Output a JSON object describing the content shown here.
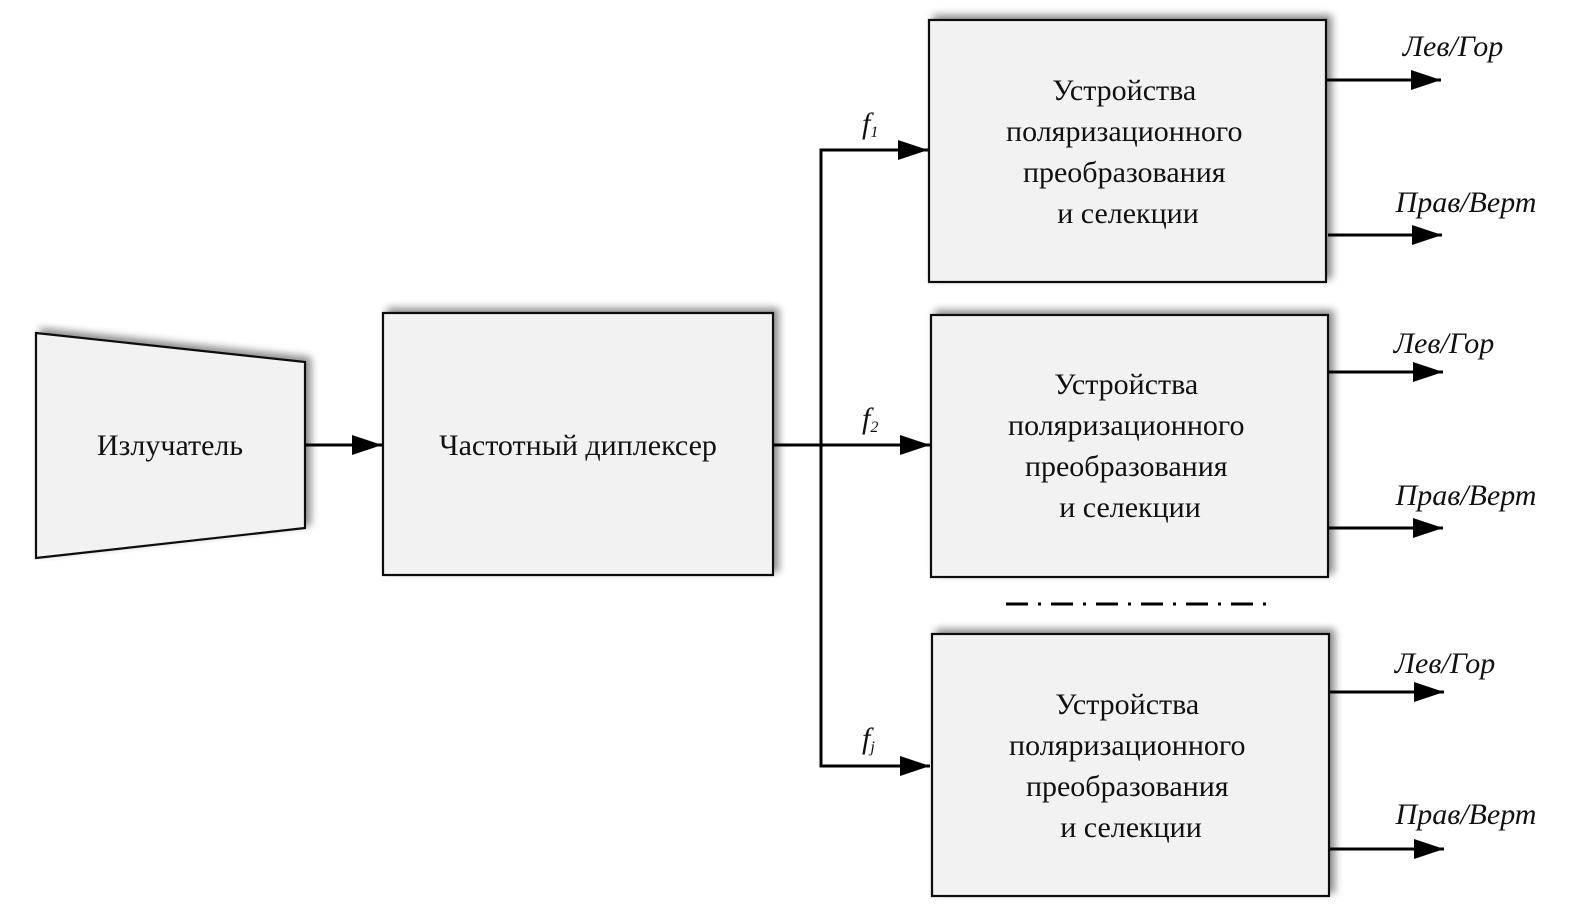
{
  "diagram": {
    "emitter": {
      "label": "Излучатель"
    },
    "diplexer": {
      "label": "Частотный диплексер"
    },
    "branches": [
      {
        "freq_symbol": "f",
        "freq_index": "1",
        "block_lines": [
          "Устройства",
          "поляризационного",
          "преобразования",
          "и селекции"
        ],
        "outputs": [
          "Лев/Гор",
          "Прав/Верт"
        ]
      },
      {
        "freq_symbol": "f",
        "freq_index": "2",
        "block_lines": [
          "Устройства",
          "поляризационного",
          "преобразования",
          "и селекции"
        ],
        "outputs": [
          "Лев/Гор",
          "Прав/Верт"
        ]
      },
      {
        "freq_symbol": "f",
        "freq_index": "j",
        "block_lines": [
          "Устройства",
          "поляризационного",
          "преобразования",
          "и селекции"
        ],
        "outputs": [
          "Лев/Гор",
          "Прав/Верт"
        ]
      }
    ],
    "colors": {
      "block_fill": "#f2f2f2",
      "line": "#000000",
      "text": "#111111"
    }
  }
}
